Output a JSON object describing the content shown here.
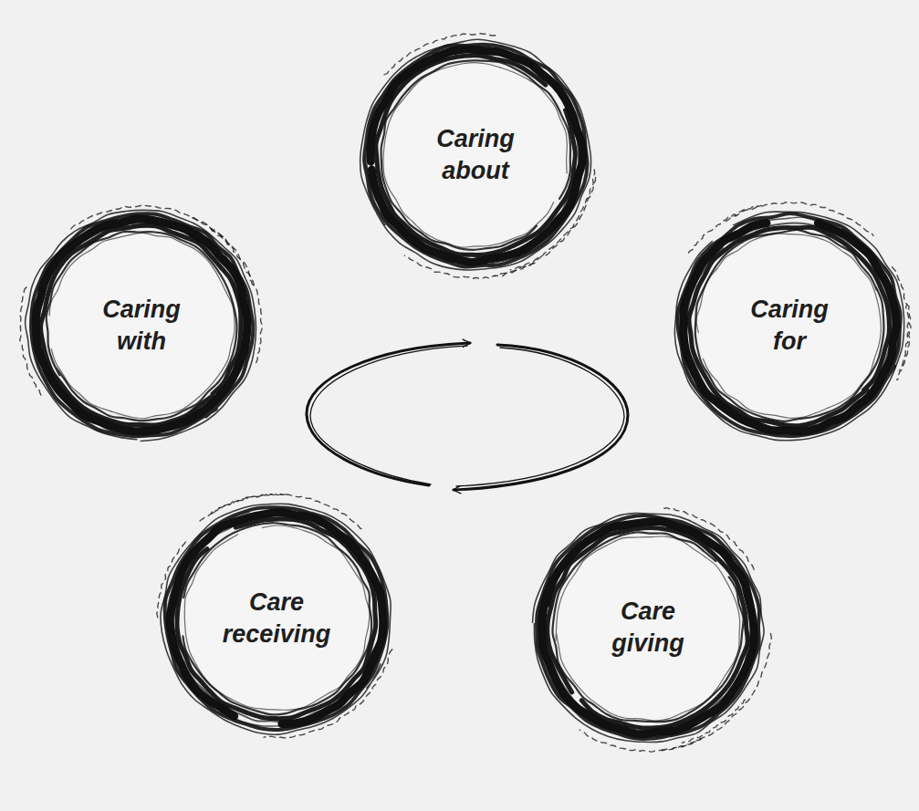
{
  "diagram": {
    "nodes": [
      {
        "text": [
          "Caring about"
        ]
      },
      {
        "text": [
          "Caring with"
        ]
      },
      {
        "text": [
          "Caring for"
        ]
      },
      {
        "text": [
          "Care receiving"
        ]
      },
      {
        "text": [
          "Care giving"
        ]
      }
    ]
  }
}
